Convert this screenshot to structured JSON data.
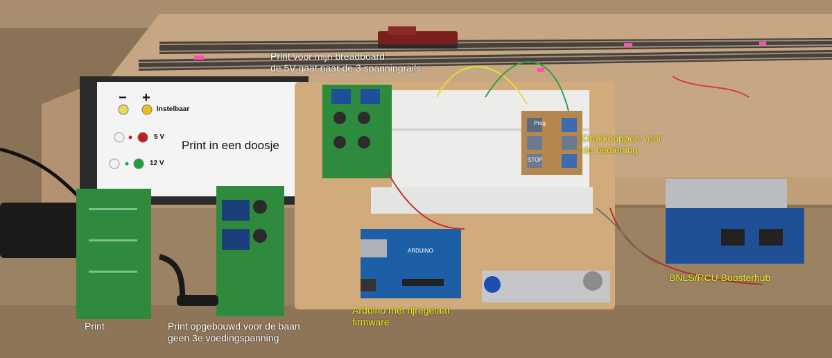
{
  "photo": {
    "box_labels": {
      "minus": "−",
      "plus": "+",
      "adjustable": "Instelbaar",
      "five_volt": "5 V",
      "twelve_volt": "12 V",
      "title": "Print in een doosje"
    },
    "annotations": {
      "breadboard_print_line1": "Print voor mijn breadboard",
      "breadboard_print_line2": "de 5V gaat naar de 3 spanningrails",
      "buttons_line1": "Drukknoppen voor",
      "buttons_line2": "de bediening",
      "booster": "BNLS/RCU Boosterhub",
      "arduino_line1": "Arduino met rijregelaar",
      "arduino_line2": "firmware",
      "print": "Print",
      "track_print_line1": "Print opgebouwd voor de baan",
      "track_print_line2": "geen 3e voedingspanning"
    },
    "button_caps": {
      "prog": "Prog",
      "stop": "STOP"
    },
    "arduino_brand": "ARDUINO",
    "colors": {
      "annotation_yellow": "#f2ee1c",
      "annotation_white": "#ffffff",
      "wood": "#c9a77c",
      "pcb_green": "#2e8a3c",
      "arduino_blue": "#1d5fa6"
    }
  }
}
